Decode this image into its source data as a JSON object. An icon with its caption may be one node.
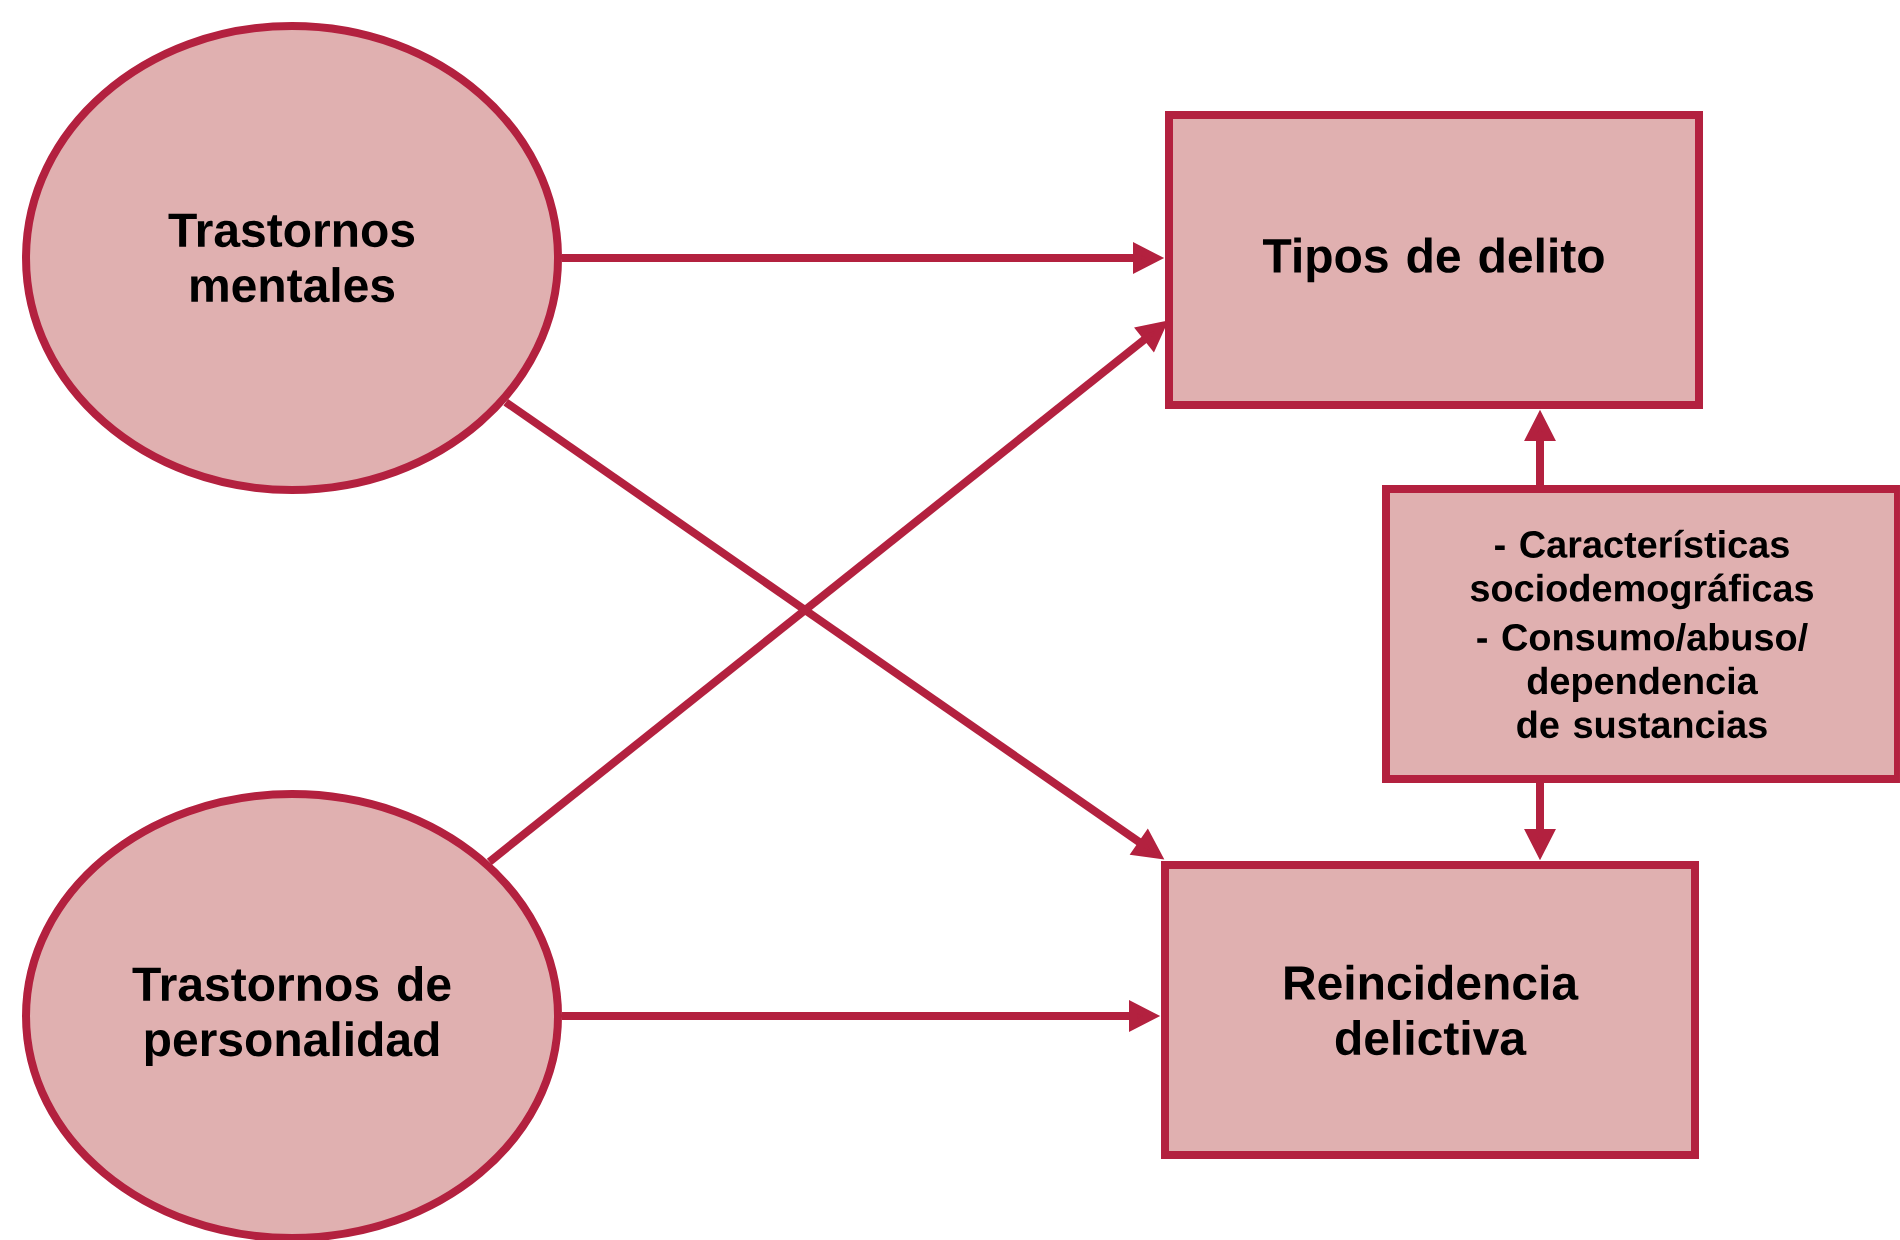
{
  "diagram": {
    "nodes": [
      {
        "text": [
          "Trastornos mentales"
        ]
      },
      {
        "text": [
          "Trastornos de personalidad"
        ]
      },
      {
        "text": [
          "Tipos de delito"
        ]
      },
      {
        "text": [
          "Reincidencia delictiva"
        ]
      },
      {
        "text": [
          "- Características sociodemográficas",
          "- Consumo/abuso/ dependencia de sustancias"
        ]
      }
    ],
    "edges": [
      {
        "from": 0,
        "to": 2,
        "arrow": "to"
      },
      {
        "from": 0,
        "to": 3,
        "arrow": "to"
      },
      {
        "from": 1,
        "to": 2,
        "arrow": "to"
      },
      {
        "from": 1,
        "to": 3,
        "arrow": "to"
      },
      {
        "from": 4,
        "to": 2,
        "arrow": "to"
      },
      {
        "from": 4,
        "to": 3,
        "arrow": "to"
      }
    ]
  }
}
